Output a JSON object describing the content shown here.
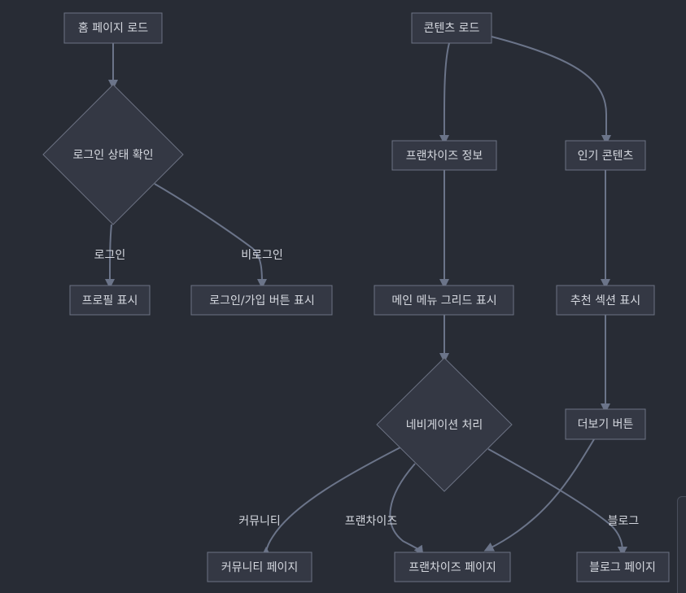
{
  "nodes": {
    "home_load": "홈 페이지 로드",
    "login_check": "로그인 상태 확인",
    "show_profile": "프로필 표시",
    "show_login_signup": "로그인/가입 버튼 표시",
    "content_load": "콘텐츠 로드",
    "franchise_info": "프랜차이즈 정보",
    "popular_content": "인기 콘텐츠",
    "main_menu_grid": "메인 메뉴 그리드 표시",
    "recommended_section": "추천 섹션 표시",
    "navigation": "네비게이션 처리",
    "more_button": "더보기 버튼",
    "community_page": "커뮤니티 페이지",
    "franchise_page": "프랜차이즈 페이지",
    "blog_page": "블로그 페이지"
  },
  "edge_labels": {
    "login": "로그인",
    "not_login": "비로그인",
    "community": "커뮤니티",
    "franchise": "프랜차이즈",
    "blog": "블로그"
  },
  "colors": {
    "background": "#282c35",
    "node_fill": "#343844",
    "node_stroke": "#6c7283",
    "edge": "#6b7489",
    "text": "#d5d8df"
  }
}
